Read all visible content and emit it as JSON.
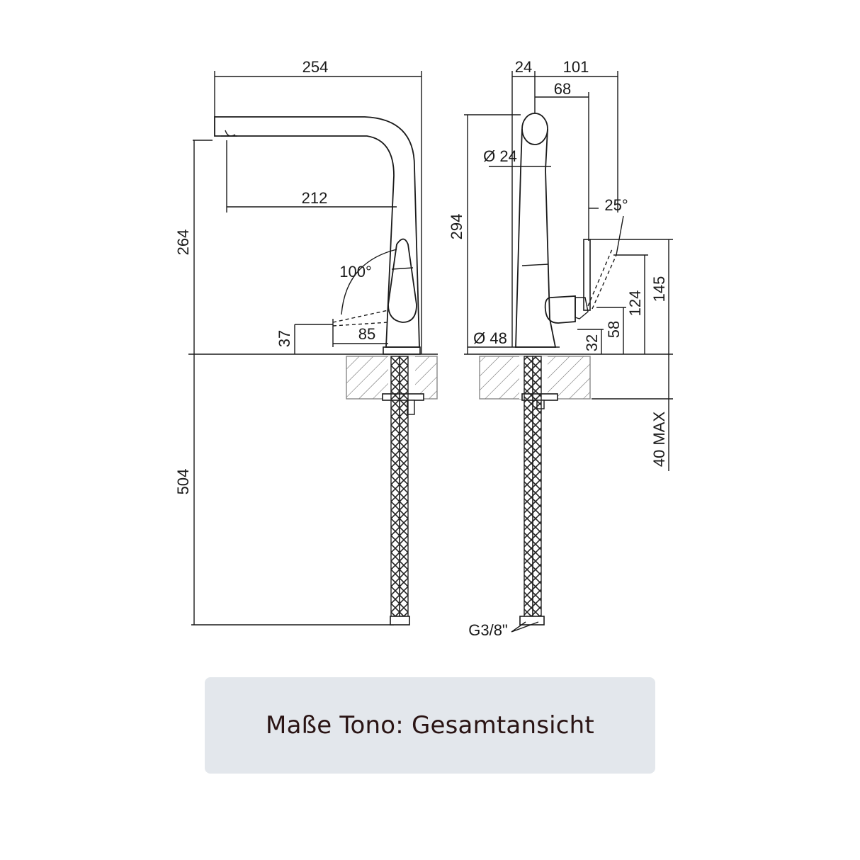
{
  "dimensions": {
    "front_width_total": "254",
    "front_spout_reach": "212",
    "front_height_spout": "264",
    "front_lever_angle": "100°",
    "front_lever_height": "37",
    "front_lever_offset": "85",
    "below_counter_length": "504",
    "side_top_24": "24",
    "side_top_101": "101",
    "side_top_68": "68",
    "side_diameter_top": "Ø 24",
    "side_angle": "25°",
    "side_height_total": "294",
    "side_diameter_base": "Ø 48",
    "side_h_145": "145",
    "side_h_124": "124",
    "side_h_58": "58",
    "side_h_32": "32",
    "counter_thickness": "40 MAX",
    "thread": "G3/8\""
  },
  "caption": {
    "text": "Maße Tono: Gesamtansicht"
  }
}
